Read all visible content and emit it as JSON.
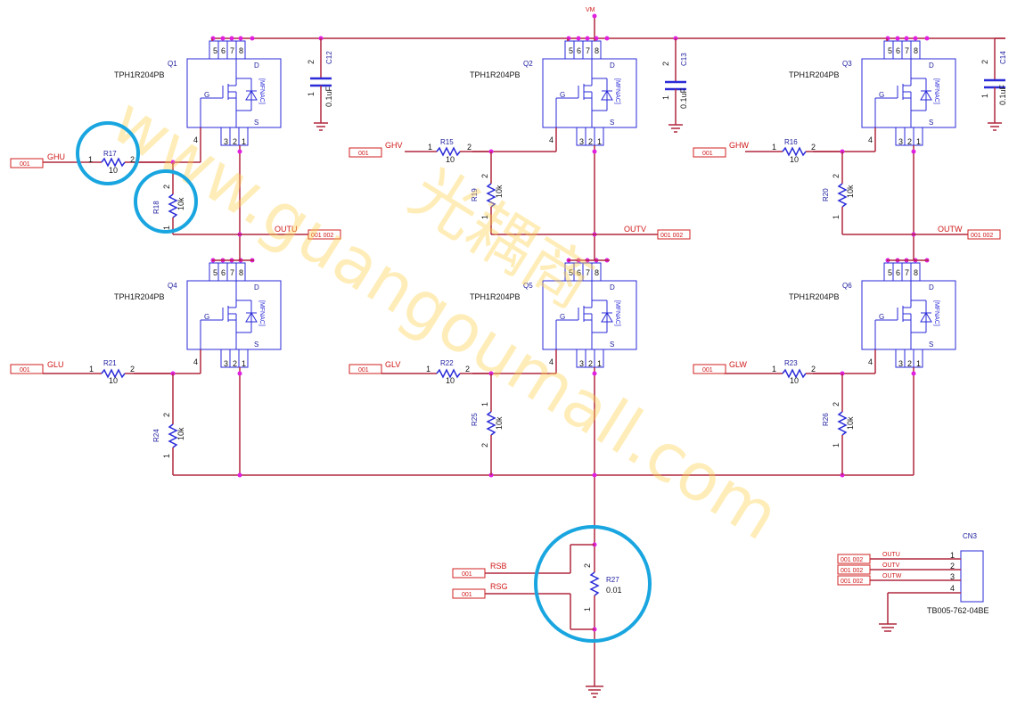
{
  "supply_net": "VM",
  "mosfets": [
    {
      "ref": "Q1",
      "part": "TPH1R204PB",
      "tag": "[MFNAC]"
    },
    {
      "ref": "Q2",
      "part": "TPH1R204PB",
      "tag": "[MFNAC]"
    },
    {
      "ref": "Q3",
      "part": "TPH1R204PB",
      "tag": "[MFNAC]"
    },
    {
      "ref": "Q4",
      "part": "TPH1R204PB",
      "tag": "[MFNAC]"
    },
    {
      "ref": "Q5",
      "part": "TPH1R204PB",
      "tag": "[MFNAC]"
    },
    {
      "ref": "Q6",
      "part": "TPH1R204PB",
      "tag": "[MFNAC]"
    }
  ],
  "pin_letters": {
    "drain": "D",
    "source": "S",
    "gate": "G"
  },
  "capacitors": [
    {
      "ref": "C12",
      "value": "0.1uF"
    },
    {
      "ref": "C13",
      "value": "0.1uF"
    },
    {
      "ref": "C14",
      "value": "0.1uF"
    }
  ],
  "resistors": [
    {
      "ref": "R15",
      "value": "10"
    },
    {
      "ref": "R16",
      "value": "10"
    },
    {
      "ref": "R17",
      "value": "10"
    },
    {
      "ref": "R18",
      "value": "10k"
    },
    {
      "ref": "R19",
      "value": "10k"
    },
    {
      "ref": "R20",
      "value": "10k"
    },
    {
      "ref": "R21",
      "value": "10"
    },
    {
      "ref": "R22",
      "value": "10"
    },
    {
      "ref": "R23",
      "value": "10"
    },
    {
      "ref": "R24",
      "value": "10k"
    },
    {
      "ref": "R25",
      "value": "10k"
    },
    {
      "ref": "R26",
      "value": "10k"
    },
    {
      "ref": "R27",
      "value": "0.01"
    }
  ],
  "nets": {
    "gate_high": [
      "GHU",
      "GHV",
      "GHW"
    ],
    "gate_low": [
      "GLU",
      "GLV",
      "GLW"
    ],
    "outputs": [
      "OUTU",
      "OUTV",
      "OUTW"
    ],
    "sense": [
      "RSB",
      "RSG"
    ]
  },
  "sheet_refs": {
    "in": "001",
    "out": "001 002"
  },
  "connector": {
    "ref": "CN3",
    "part": "TB005-762-04BE",
    "pins": [
      "1",
      "2",
      "3",
      "4"
    ],
    "nets": [
      "OUTU",
      "OUTV",
      "OUTW"
    ]
  },
  "watermark": [
    "www.guangoumall.com",
    "光耦商"
  ],
  "colors": {
    "wire": "#b0283e",
    "symbol": "#2a2ad8",
    "net_label": "#d01818",
    "junction": "#e020e0",
    "highlight": "#19a6e0",
    "watermark": "#ffd24a"
  }
}
